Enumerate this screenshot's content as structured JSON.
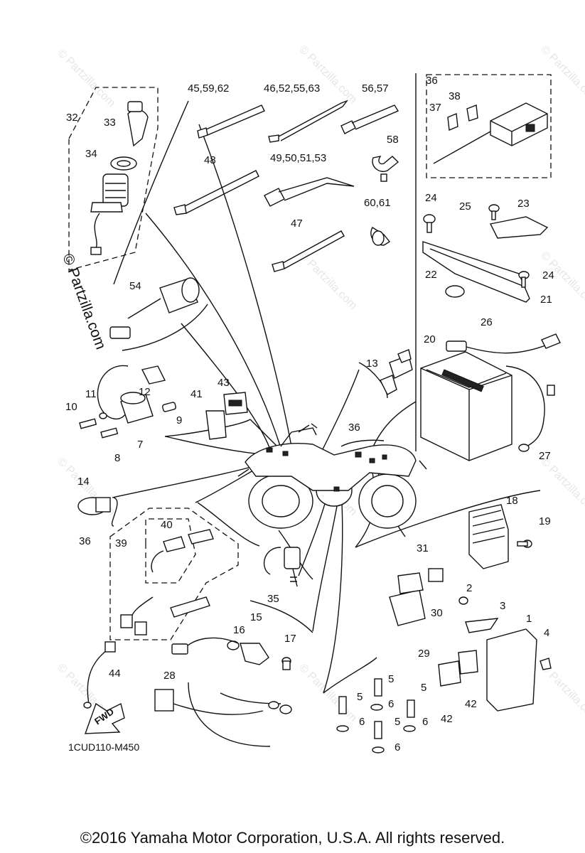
{
  "diagram_code": "1CUD110-M450",
  "copyright": "©2016 Yamaha Motor Corporation, U.S.A. All rights reserved.",
  "watermark": "© Partzilla.com",
  "fwd_label": "FWD",
  "callouts": {
    "p1": "1",
    "p2": "2",
    "p3": "3",
    "p4": "4",
    "p5a": "5",
    "p5b": "5",
    "p5c": "5",
    "p5d": "5",
    "p6a": "6",
    "p6b": "6",
    "p6c": "6",
    "p6d": "6",
    "p7": "7",
    "p8": "8",
    "p9": "9",
    "p10": "10",
    "p11": "11",
    "p12": "12",
    "p13": "13",
    "p14": "14",
    "p15": "15",
    "p16": "16",
    "p17": "17",
    "p18": "18",
    "p19": "19",
    "p20": "20",
    "p21": "21",
    "p22": "22",
    "p23": "23",
    "p24a": "24",
    "p24b": "24",
    "p25": "25",
    "p26": "26",
    "p27": "27",
    "p28": "28",
    "p29": "29",
    "p30": "30",
    "p31": "31",
    "p32": "32",
    "p33": "33",
    "p34": "34",
    "p35": "35",
    "p36a": "36",
    "p36b": "36",
    "p36c": "36",
    "p37": "37",
    "p38": "38",
    "p39": "39",
    "p40": "40",
    "p41": "41",
    "p42a": "42",
    "p42b": "42",
    "p43": "43",
    "p44": "44",
    "p45": "45,59,62",
    "p46": "46,52,55,63",
    "p47": "47",
    "p48": "48",
    "p49": "49,50,51,53",
    "p54": "54",
    "p56": "56,57",
    "p58": "58",
    "p60": "60,61"
  }
}
